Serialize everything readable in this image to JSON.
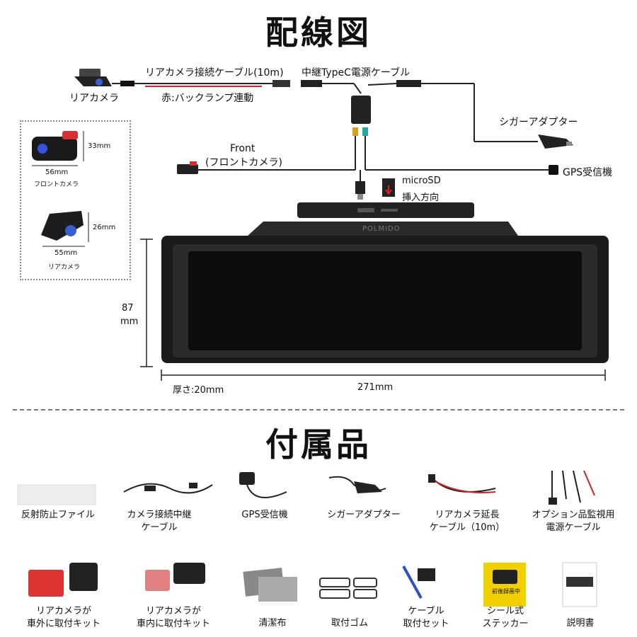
{
  "wiring": {
    "title": "配線図",
    "rear_camera_label": "リアカメラ",
    "rear_cable_label": "リアカメラ接続ケーブル(10m)",
    "reverse_lamp_label": "赤:バックランプ連動",
    "relay_cable_label": "中継TypeC電源ケーブル",
    "cigar_adapter_label": "シガーアダプター",
    "front_label": "Front",
    "front_camera_label": "(フロントカメラ)",
    "gps_label": "GPS受信機",
    "microsd_label": "microSD",
    "insert_direction_label": "挿入方向",
    "brand": "POLMIDO"
  },
  "dimensions": {
    "front_cam_height": "33mm",
    "front_cam_width": "56mm",
    "front_cam_caption": "フロントカメラ",
    "rear_cam_height": "26mm",
    "rear_cam_width": "55mm",
    "rear_cam_caption": "リアカメラ",
    "mirror_height_value": "87",
    "mirror_height_unit": "mm",
    "thickness": "厚さ:20mm",
    "mirror_width": "271mm"
  },
  "accessories": {
    "title": "付属品",
    "items": [
      {
        "line1": "反射防止ファイル",
        "line2": ""
      },
      {
        "line1": "カメラ接続中継",
        "line2": "ケーブル"
      },
      {
        "line1": "GPS受信機",
        "line2": ""
      },
      {
        "line1": "シガーアダプター",
        "line2": ""
      },
      {
        "line1": "リアカメラ延長",
        "line2": "ケーブル（10m）"
      },
      {
        "line1": "オプション品監視用",
        "line2": "電源ケーブル"
      },
      {
        "line1": "リアカメラが",
        "line2": "車外に取付キット"
      },
      {
        "line1": "リアカメラが",
        "line2": "車内に取付キット"
      },
      {
        "line1": "清潔布",
        "line2": ""
      },
      {
        "line1": "取付ゴム",
        "line2": ""
      },
      {
        "line1": "ケーブル",
        "line2": "取付セット"
      },
      {
        "line1": "シール式",
        "line2": "ステッカー"
      },
      {
        "line1": "説明書",
        "line2": ""
      }
    ],
    "sticker_text": "前後録画中"
  }
}
